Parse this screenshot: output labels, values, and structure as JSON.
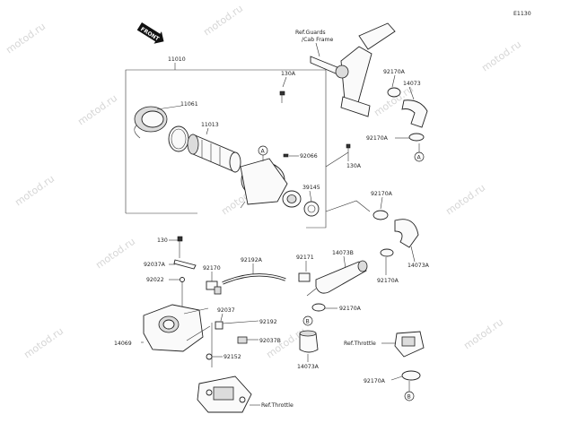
{
  "diagram_id": "E1130",
  "front_label": "FRONT",
  "watermark": "motod.ru",
  "labels": {
    "p11010": "11010",
    "p130a_top": "130A",
    "p11061": "11061",
    "p11013": "11013",
    "p92066": "92066",
    "p130a_mid": "130A",
    "p39145": "39145",
    "ref_guards_1": "Ref.Guards",
    "ref_guards_2": "/Cab Frame",
    "p92170a_1": "92170A",
    "p14073": "14073",
    "p92170a_2": "92170A",
    "p92170a_3": "92170A",
    "p14073a_1": "14073A",
    "p92170a_4": "92170A",
    "p130": "130",
    "p92037a": "92037A",
    "p92022": "92022",
    "p92170": "92170",
    "p92192a": "92192A",
    "p92171": "92171",
    "p14073b": "14073B",
    "p92170a_5": "92170A",
    "p92037": "92037",
    "p92192": "92192",
    "p14069": "14069",
    "p92037b": "92037B",
    "p92152": "92152",
    "ref_throttle_bottom": "Ref.Throttle",
    "p14073a_2": "14073A",
    "ref_throttle_right": "Ref.Throttle",
    "p92170a_6": "92170A",
    "callout_a1": "A",
    "callout_a2": "A",
    "callout_b1": "B",
    "callout_b2": "B"
  }
}
